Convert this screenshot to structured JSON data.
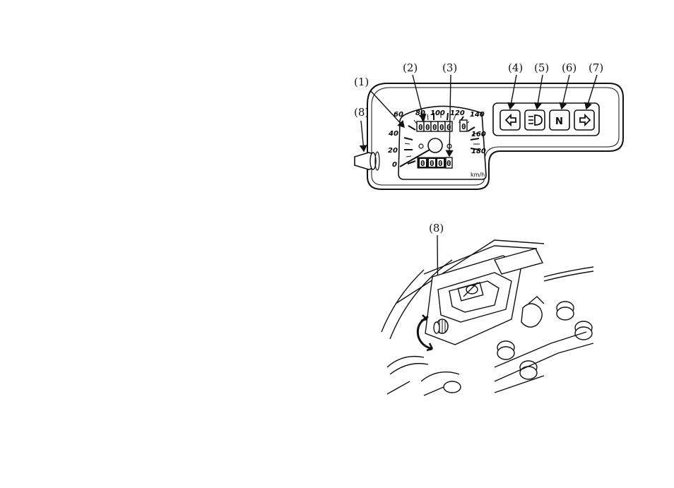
{
  "callouts": {
    "c1": "(1)",
    "c2": "(2)",
    "c3": "(3)",
    "c4": "(4)",
    "c5": "(5)",
    "c6": "(6)",
    "c7": "(7)",
    "c8_top": "(8)",
    "c8_bottom": "(8)"
  },
  "speedometer": {
    "scale_labels": [
      "0",
      "20",
      "40",
      "60",
      "80",
      "100",
      "120",
      "140",
      "160",
      "180"
    ],
    "unit": "km/h",
    "tripmeter_digits": [
      "0",
      "0",
      "0",
      "0",
      "0",
      "0"
    ],
    "odometer_digits": [
      "0",
      "0",
      "0",
      "0"
    ]
  },
  "indicators": {
    "neutral_label": "N"
  }
}
